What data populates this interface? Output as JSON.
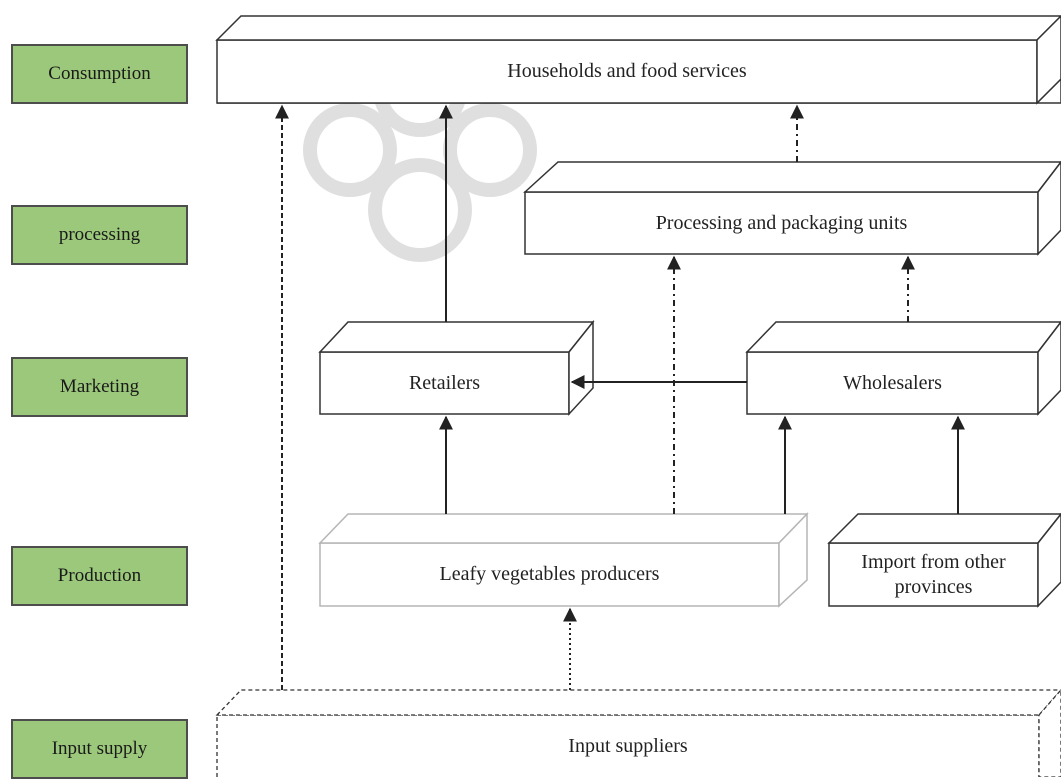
{
  "stages": {
    "consumption": "Consumption",
    "processing": "processing",
    "marketing": "Marketing",
    "production": "Production",
    "input_supply": "Input supply"
  },
  "boxes": {
    "households": "Households and food services",
    "processing_units": "Processing and packaging units",
    "retailers": "Retailers",
    "wholesalers": "Wholesalers",
    "producers": "Leafy vegetables producers",
    "import": "Import from other provinces",
    "input_suppliers": "Input suppliers"
  },
  "colors": {
    "stage_fill": "#9bc87a",
    "stage_border": "#4d4d4d",
    "line": "#222222"
  }
}
